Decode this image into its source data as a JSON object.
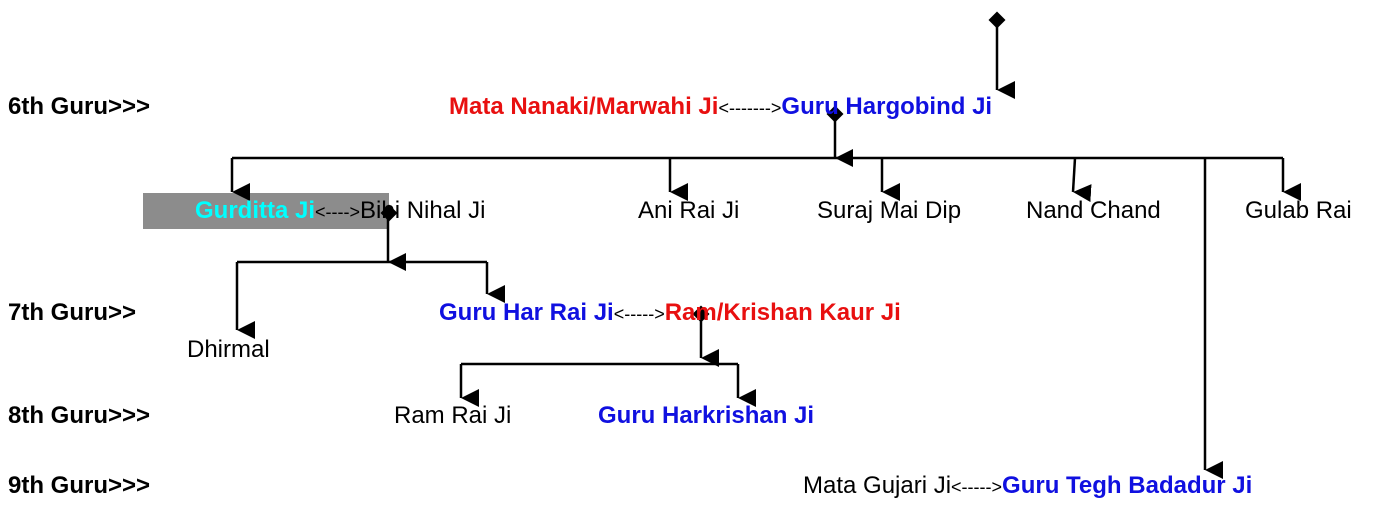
{
  "generations": {
    "g6": "6th Guru>>>",
    "g7": "7th Guru>>",
    "g8": "8th Guru>>>",
    "g9": "9th Guru>>>"
  },
  "row6": {
    "wife": "Mata Nanaki/Marwahi Ji",
    "link": "<------->",
    "guru": "Guru Hargobind Ji"
  },
  "children6": {
    "gurditta": "Gurditta Ji",
    "gurditta_link": "<---->",
    "gurditta_wife": "Bibi Nihal Ji",
    "ani_rai": "Ani Rai Ji",
    "suraj": "Suraj Mai Dip",
    "nand": "Nand Chand",
    "gulab": "Gulab Rai"
  },
  "row7": {
    "dhirmal": "Dhirmal",
    "guru": "Guru Har Rai Ji",
    "link": "<----->",
    "wife": "Ram/Krishan Kaur Ji"
  },
  "row8": {
    "ram_rai": "Ram Rai Ji",
    "guru": "Guru Harkrishan Ji"
  },
  "row9": {
    "wife": "Mata Gujari Ji",
    "link": "<----->",
    "guru": "Guru Tegh Badadur Ji"
  },
  "colors": {
    "guru": "#1010e0",
    "wife": "#e81010",
    "highlight_text": "#00ffff",
    "highlight_bg": "#8c8c8c"
  }
}
